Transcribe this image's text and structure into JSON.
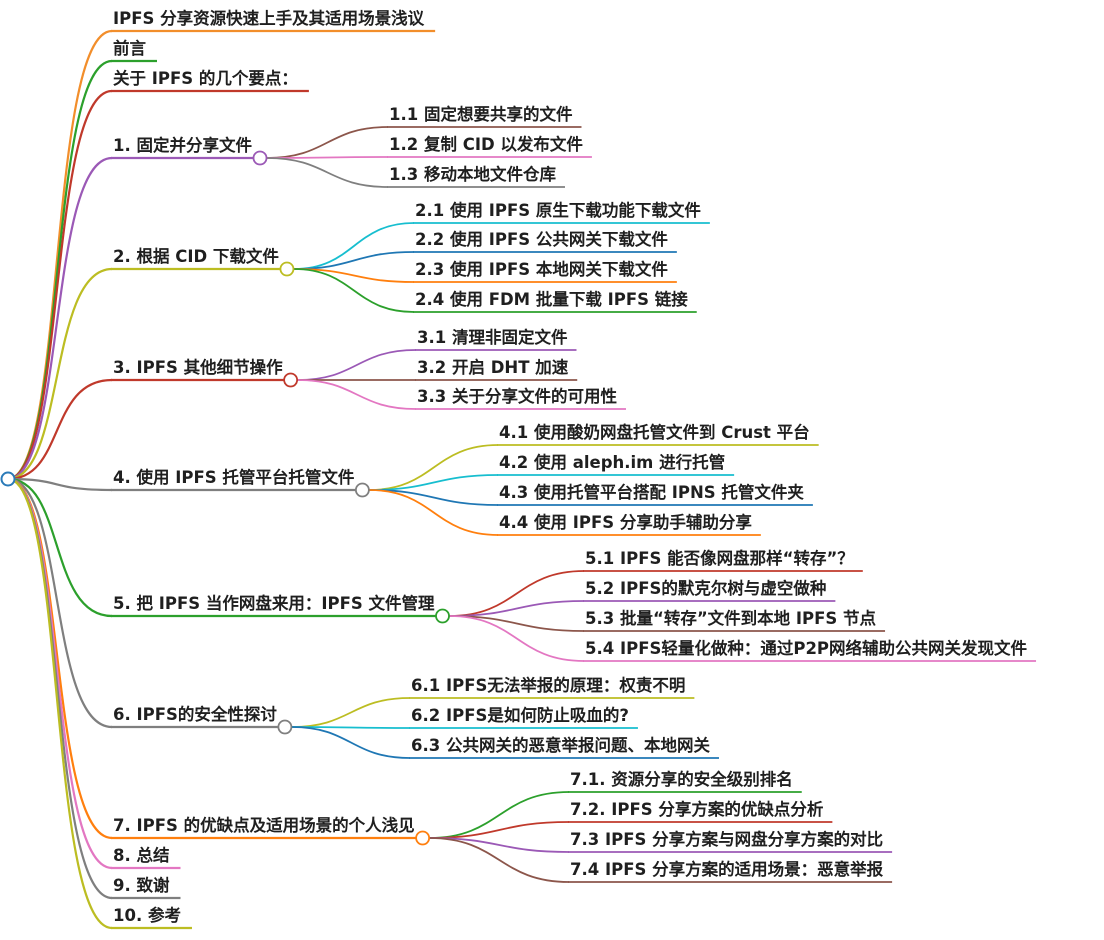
{
  "colors": {
    "background": "#ffffff",
    "text": "#1f1f1f",
    "root_node": "#2a7ab8"
  },
  "branches": [
    {
      "label": "IPFS 分享资源快速上手及其适用场景浅议",
      "color": "#f28e2b",
      "children": []
    },
    {
      "label": "前言",
      "color": "#2ca02c",
      "children": []
    },
    {
      "label": "关于 IPFS 的几个要点：",
      "color": "#c0392b",
      "children": []
    },
    {
      "label": "1. 固定并分享文件",
      "color": "#9b59b6",
      "children": [
        {
          "label": "1.1 固定想要共享的文件",
          "color": "#8c564b"
        },
        {
          "label": "1.2 复制 CID 以发布文件",
          "color": "#e377c2"
        },
        {
          "label": "1.3 移动本地文件仓库",
          "color": "#7f7f7f"
        }
      ]
    },
    {
      "label": "2. 根据 CID 下载文件",
      "color": "#bcbd22",
      "children": [
        {
          "label": "2.1 使用 IPFS 原生下载功能下载文件",
          "color": "#17becf"
        },
        {
          "label": "2.2 使用 IPFS 公共网关下载文件",
          "color": "#1f77b4"
        },
        {
          "label": "2.3 使用 IPFS 本地网关下载文件",
          "color": "#ff7f0e"
        },
        {
          "label": "2.4 使用 FDM 批量下载 IPFS 链接",
          "color": "#2ca02c"
        }
      ]
    },
    {
      "label": "3. IPFS 其他细节操作",
      "color": "#c0392b",
      "children": [
        {
          "label": "3.1 清理非固定文件",
          "color": "#9b59b6"
        },
        {
          "label": "3.2 开启 DHT 加速",
          "color": "#8c564b"
        },
        {
          "label": "3.3 关于分享文件的可用性",
          "color": "#e377c2"
        }
      ]
    },
    {
      "label": "4. 使用 IPFS 托管平台托管文件",
      "color": "#7f7f7f",
      "children": [
        {
          "label": "4.1 使用酸奶网盘托管文件到 Crust 平台",
          "color": "#bcbd22"
        },
        {
          "label": "4.2 使用 aleph.im 进行托管",
          "color": "#17becf"
        },
        {
          "label": "4.3 使用托管平台搭配 IPNS 托管文件夹",
          "color": "#1f77b4"
        },
        {
          "label": "4.4 使用 IPFS 分享助手辅助分享",
          "color": "#ff7f0e"
        }
      ]
    },
    {
      "label": "5. 把 IPFS 当作网盘来用：IPFS 文件管理",
      "color": "#2ca02c",
      "children": [
        {
          "label": "5.1 IPFS 能否像网盘那样“转存”？",
          "color": "#c0392b"
        },
        {
          "label": "5.2 IPFS的默克尔树与虚空做种",
          "color": "#9b59b6"
        },
        {
          "label": "5.3 批量“转存”文件到本地 IPFS 节点",
          "color": "#8c564b"
        },
        {
          "label": "5.4 IPFS轻量化做种：通过P2P网络辅助公共网关发现文件",
          "color": "#e377c2"
        }
      ]
    },
    {
      "label": "6. IPFS的安全性探讨",
      "color": "#7f7f7f",
      "children": [
        {
          "label": "6.1 IPFS无法举报的原理：权责不明",
          "color": "#bcbd22"
        },
        {
          "label": "6.2 IPFS是如何防止吸血的?",
          "color": "#17becf"
        },
        {
          "label": "6.3 公共网关的恶意举报问题、本地网关",
          "color": "#1f77b4"
        }
      ]
    },
    {
      "label": "7. IPFS 的优缺点及适用场景的个人浅见",
      "color": "#ff7f0e",
      "children": [
        {
          "label": "7.1. 资源分享的安全级别排名",
          "color": "#2ca02c"
        },
        {
          "label": "7.2. IPFS 分享方案的优缺点分析",
          "color": "#c0392b"
        },
        {
          "label": "7.3 IPFS 分享方案与网盘分享方案的对比",
          "color": "#9b59b6"
        },
        {
          "label": "7.4 IPFS 分享方案的适用场景：恶意举报",
          "color": "#8c564b"
        }
      ]
    },
    {
      "label": "8. 总结",
      "color": "#e377c2",
      "children": []
    },
    {
      "label": "9. 致谢",
      "color": "#7f7f7f",
      "children": []
    },
    {
      "label": "10. 参考",
      "color": "#bcbd22",
      "children": []
    }
  ]
}
